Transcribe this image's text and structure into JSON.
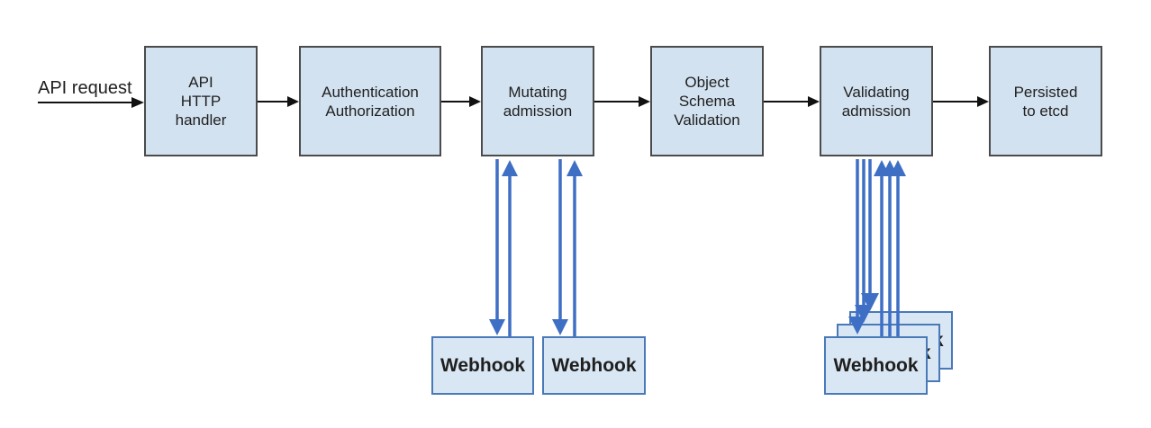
{
  "colors": {
    "box-fill": "#d3e2f0",
    "box-border": "#4b4b4b",
    "webhook-fill": "#d9e7f4",
    "webhook-border": "#4a79b8",
    "arrow-blue": "#3e6fc5",
    "arrow-black": "#111111",
    "text": "#1f1f1f",
    "bg": "#ffffff"
  },
  "diagram": {
    "request_label": "API request",
    "flow_boxes": [
      {
        "label": "API\nHTTP\nhandler"
      },
      {
        "label": "Authentication\nAuthorization"
      },
      {
        "label": "Mutating\nadmission"
      },
      {
        "label": "Object\nSchema\nValidation"
      },
      {
        "label": "Validating\nadmission"
      },
      {
        "label": "Persisted\nto etcd"
      }
    ],
    "mutating_webhooks": [
      {
        "label": "Webhook"
      },
      {
        "label": "Webhook"
      }
    ],
    "validating_webhooks": [
      {
        "label": "Webhook"
      },
      {
        "label": "Webhook"
      },
      {
        "label": "Webhook"
      }
    ]
  }
}
